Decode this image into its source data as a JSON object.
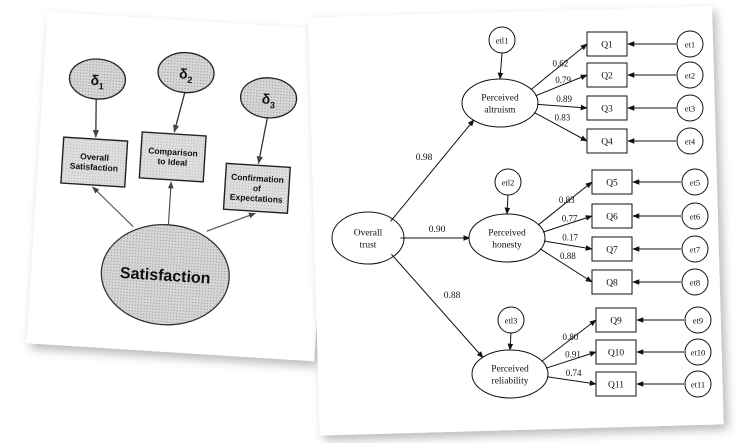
{
  "left_diagram": {
    "errors": [
      "δ1",
      "δ2",
      "δ3"
    ],
    "indicators": [
      [
        "Overall",
        "Satisfaction"
      ],
      [
        "Comparison",
        "to Ideal"
      ],
      [
        "Confirmation",
        "of",
        "Expectations"
      ]
    ],
    "latent": "Satisfaction"
  },
  "right_diagram": {
    "root": [
      "Overall",
      "trust"
    ],
    "factors": [
      {
        "error": "etl1",
        "label": [
          "Perceived",
          "altruism"
        ],
        "loading": "0.98",
        "items": [
          {
            "q": "Q1",
            "w": "0.62",
            "e": "et1"
          },
          {
            "q": "Q2",
            "w": "0.79",
            "e": "et2"
          },
          {
            "q": "Q3",
            "w": "0.89",
            "e": "et3"
          },
          {
            "q": "Q4",
            "w": "0.83",
            "e": "et4"
          }
        ]
      },
      {
        "error": "etl2",
        "label": [
          "Perceived",
          "honesty"
        ],
        "loading": "0.90",
        "items": [
          {
            "q": "Q5",
            "w": "0.83",
            "e": "et5"
          },
          {
            "q": "Q6",
            "w": "0.77",
            "e": "et6"
          },
          {
            "q": "Q7",
            "w": "0.17",
            "e": "et7"
          },
          {
            "q": "Q8",
            "w": "0.88",
            "e": "et8"
          }
        ]
      },
      {
        "error": "etl3",
        "label": [
          "Perceived",
          "reliability"
        ],
        "loading": "0.88",
        "items": [
          {
            "q": "Q9",
            "w": "0.80",
            "e": "et9"
          },
          {
            "q": "Q10",
            "w": "0.91",
            "e": "et10"
          },
          {
            "q": "Q11",
            "w": "0.74",
            "e": "et11"
          }
        ]
      }
    ]
  }
}
